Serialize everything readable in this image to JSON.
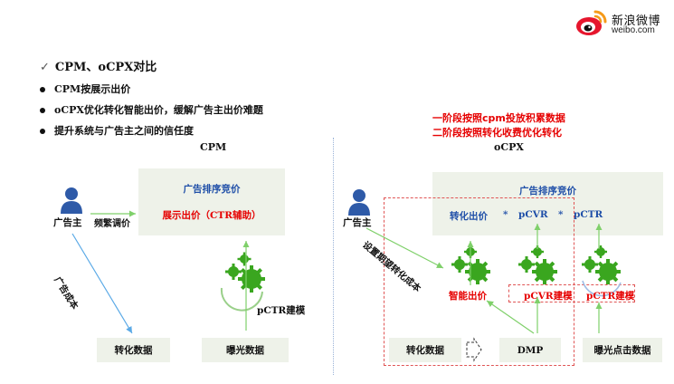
{
  "logo": {
    "text_cn": "新浪微博",
    "text_en": "weibo.com"
  },
  "heading": "CPM、oCPX对比",
  "bullets": [
    "CPM按展示出价",
    "oCPX优化转化智能出价，缓解广告主出价难题",
    "提升系统与广告主之间的信任度"
  ],
  "red_notes": [
    "一阶段按照cpm投放积累数据",
    "二阶段按照转化收费优化转化"
  ],
  "cpm": {
    "title": "CPM",
    "panel_title": "广告排序竞价",
    "panel_subtitle": "展示出价（CTR辅助）",
    "advertiser": "广告主",
    "frequent_adjust": "频繁调价",
    "ad_cost": "广告成本",
    "pctr_model": "pCTR建模",
    "conv_data": "转化数据",
    "expo_data": "曝光数据"
  },
  "ocpx": {
    "title": "oCPX",
    "panel_title": "广告排序竞价",
    "formula": {
      "a": "转化出价",
      "op1": "*",
      "b": "pCVR",
      "op2": "*",
      "c": "pCTR"
    },
    "advertiser": "广告主",
    "set_target": "设置期望转化成本",
    "smart_bid": "智能出价",
    "pcvr_model": "pCVR建模",
    "pctr_model": "pCTR建模",
    "conv_data": "转化数据",
    "dmp": "DMP",
    "click_data": "曝光点击数据"
  },
  "colors": {
    "accent_blue": "#1f4fa8",
    "red": "#e60000",
    "gear_green": "#3aa61f",
    "panel_bg": "#eef2e9",
    "arrow_green": "#7fd06a",
    "arrow_blue": "#5aa9e6"
  }
}
